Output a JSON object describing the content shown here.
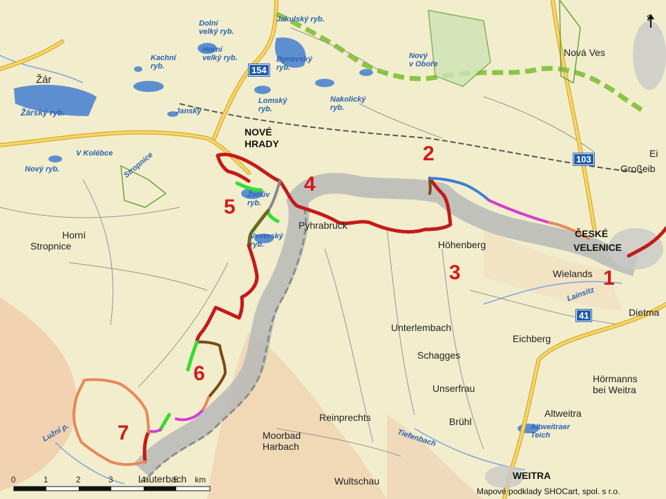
{
  "colors": {
    "route_red": "#c41a1a",
    "route_orange": "#e8875a",
    "route_brown": "#7a4a14",
    "route_blue": "#3b7fd6",
    "route_magenta": "#d33dd3",
    "route_green": "#33dd33",
    "route_olive": "#6b6b1e",
    "border_band": "#b9b9b9",
    "road_yellow": "#f2c94c",
    "water": "#5d8fd0"
  },
  "labels": {
    "zar": "Žár",
    "zarsky": "Žárský ryb.",
    "kachni": "Kachní\nryb.",
    "dolni": "Dolní\nvelký ryb.",
    "horni_ryb": "Horní\nvelký ryb.",
    "jakulsky": "Jakulský ryb.",
    "bynovsky": "Bynovský\nryb.",
    "lomsky": "Lomský\nryb.",
    "nakolicky": "Nakolický\nryb.",
    "novy_obore": "Nový\nv Oboře",
    "nova_ves": "Nová Ves",
    "jansky": "Janský",
    "v_kolebce": "V Kolébce",
    "novy_ryb": "Nový ryb.",
    "stropnice_river": "Stropnice",
    "nove": "NOVÉ",
    "hrady": "HRADY",
    "zevluv": "Žeňův\nryb.",
    "vversky": "Veverský\nryb.",
    "horni": "Horní",
    "stropnice": "Stropnice",
    "pyhrabruck": "Pyhrabruck",
    "hohenberg": "Höhenberg",
    "ceske": "ČESKÉ",
    "velenice": "VELENICE",
    "wielands": "Wielands",
    "grossb": "Großeib",
    "ei": "Ei",
    "dietma": "Dietma",
    "unterlembach": "Unterlembach",
    "schagges": "Schagges",
    "eichberg": "Eichberg",
    "unserfrau": "Unserfrau",
    "hormanns": "Hörmanns\nbei Weitra",
    "altweitra": "Altweitra",
    "altw_teich": "Altweitraer\nTeich",
    "bruhl": "Brühl",
    "reinprechts": "Reinprechts",
    "tiefenbach": "Tiefenbach",
    "moorbad": "Moorbad\nHarbach",
    "weitra": "WEITRA",
    "wultschau": "Wultschau",
    "luzni": "Lužní p.",
    "lauterbach": "Lauterbach",
    "lainsitz": "Lainsitz",
    "compass": "S"
  },
  "route_numbers": [
    "1",
    "2",
    "3",
    "4",
    "5",
    "6",
    "7"
  ],
  "road_badges": {
    "r154": "154",
    "r103": "103",
    "r41": "41"
  },
  "scale": {
    "ticks": [
      "0",
      "1",
      "2",
      "3",
      "4",
      "5",
      "km"
    ]
  },
  "credit": "Mapové podklady SHOCart, spol. s r.o."
}
